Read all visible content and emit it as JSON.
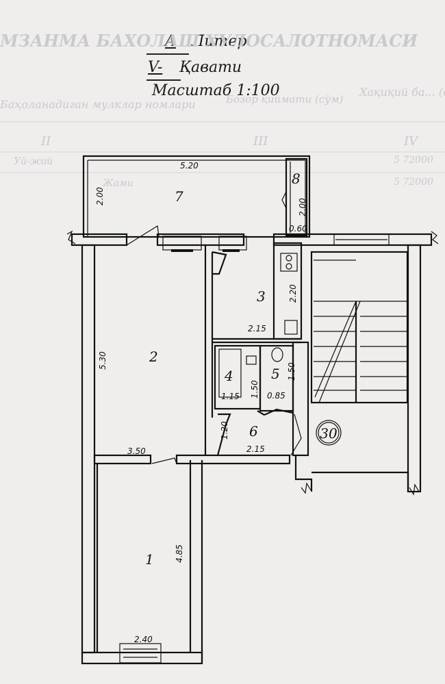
{
  "header": {
    "liter_value": "A",
    "liter_label": "Литер",
    "floor_value": "V-",
    "floor_label": "Қавати",
    "scale": "Масштаб 1:100"
  },
  "rooms": {
    "r1": "1",
    "r2": "2",
    "r3": "3",
    "r4": "4",
    "r5": "5",
    "r6": "6",
    "r7": "7",
    "r8": "8",
    "stair_number": "30"
  },
  "dimensions": {
    "d_5_20": "5.20",
    "d_2_00_left": "2.00",
    "d_2_00_right": "2.00",
    "d_0_60": "0.60",
    "d_2_20": "2.20",
    "d_2_15_top": "2.15",
    "d_5_30": "5.30",
    "d_1_15": "1.15",
    "d_1_50_a": "1.50",
    "d_0_85": "0.85",
    "d_1_50_b": "1.50",
    "d_1_20": "1.20",
    "d_2_15_bottom": "2.15",
    "d_3_50": "3.50",
    "d_4_85": "4.85",
    "d_2_40": "2.40"
  },
  "background_text": {
    "title": "МЗАНМА БАХОЛАШ ХУЛОСАЛОТНОМАСИ",
    "col_name": "Баҳоланадиган мулклар номлари",
    "col_cost": "Бозор қиймати (сўм)",
    "col_real": "Хақиқий ба... (сўм)",
    "roman_2": "II",
    "roman_3": "III",
    "roman_4": "IV",
    "item": "Уй-жой",
    "total": "Жами",
    "value_1": "5 72000",
    "value_2": "5 72000"
  }
}
